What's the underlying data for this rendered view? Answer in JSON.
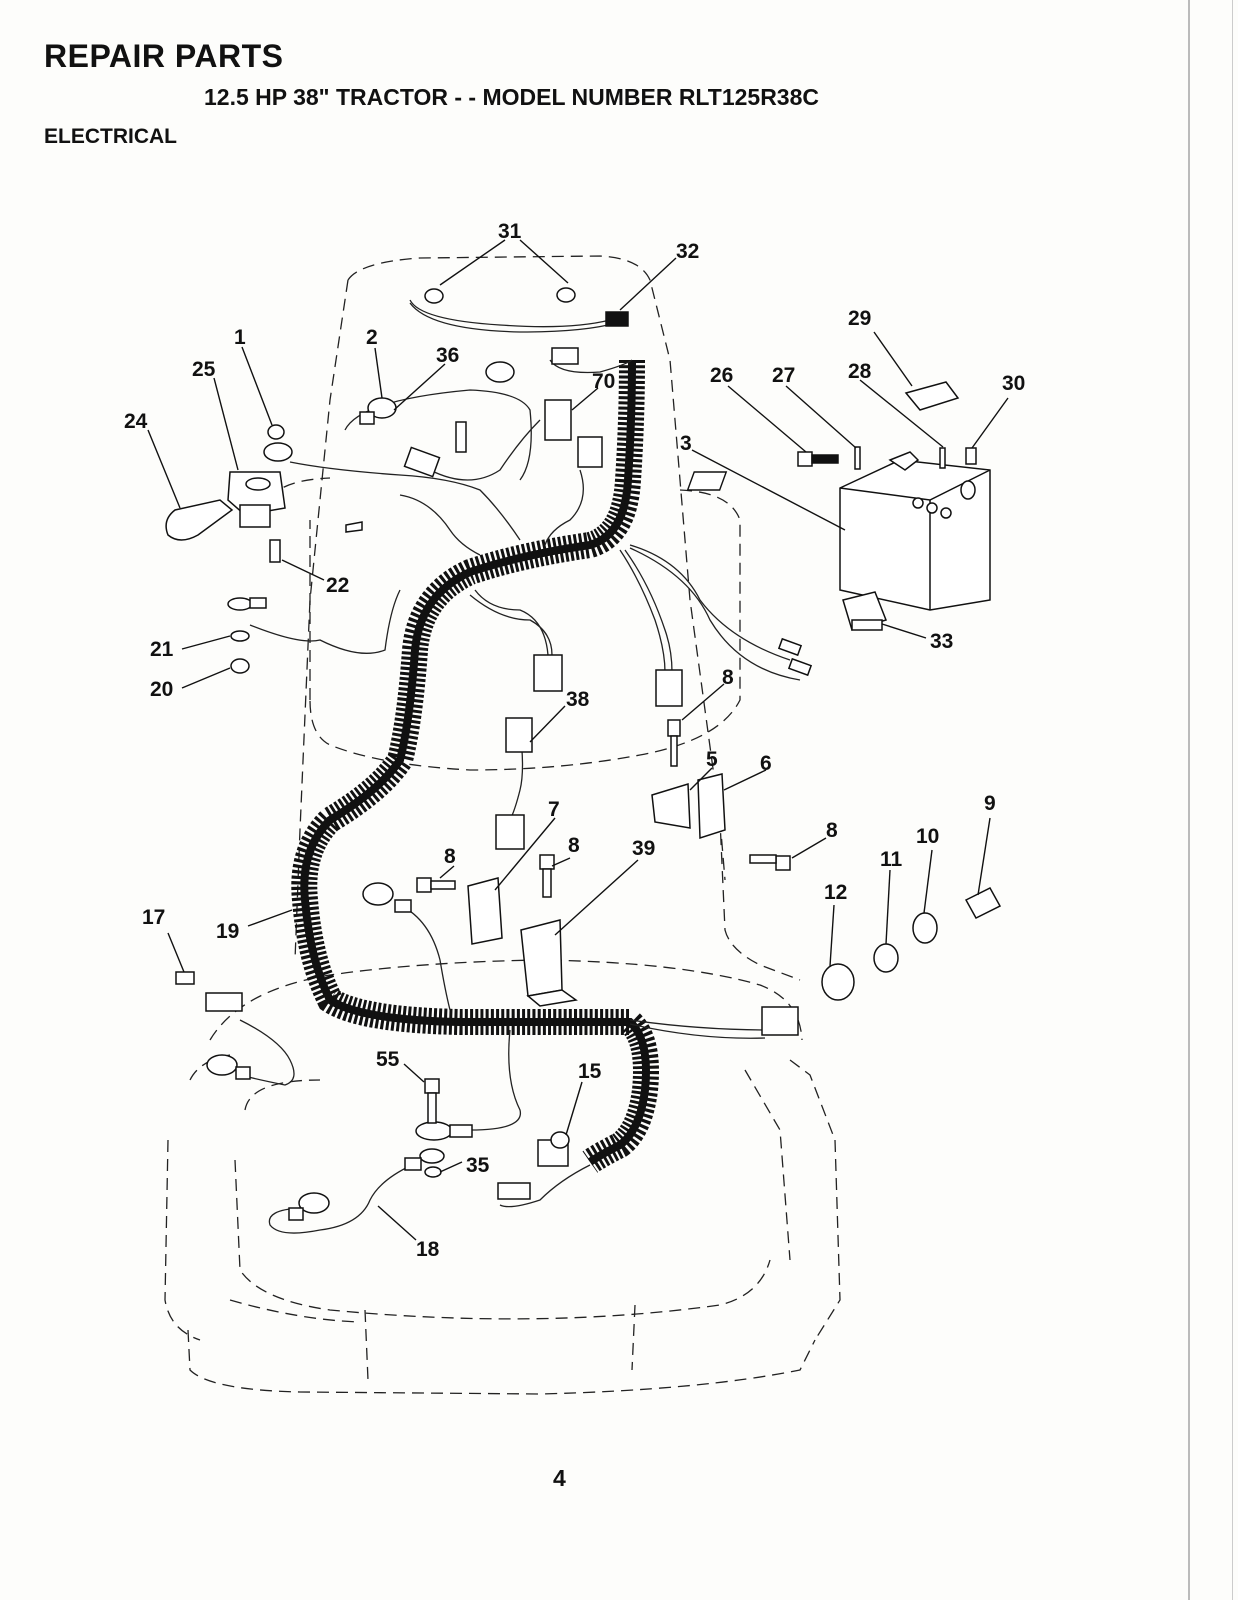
{
  "header": {
    "title": "REPAIR PARTS",
    "subtitle": "12.5 HP 38\" TRACTOR - - MODEL NUMBER RLT125R38C",
    "section": "ELECTRICAL"
  },
  "page_number": "4",
  "callouts": [
    "1",
    "2",
    "3",
    "5",
    "6",
    "7",
    "8",
    "8",
    "8",
    "8",
    "9",
    "10",
    "11",
    "12",
    "15",
    "17",
    "18",
    "19",
    "20",
    "21",
    "22",
    "24",
    "25",
    "26",
    "27",
    "28",
    "29",
    "30",
    "31",
    "32",
    "33",
    "35",
    "36",
    "38",
    "39",
    "55",
    "70"
  ]
}
